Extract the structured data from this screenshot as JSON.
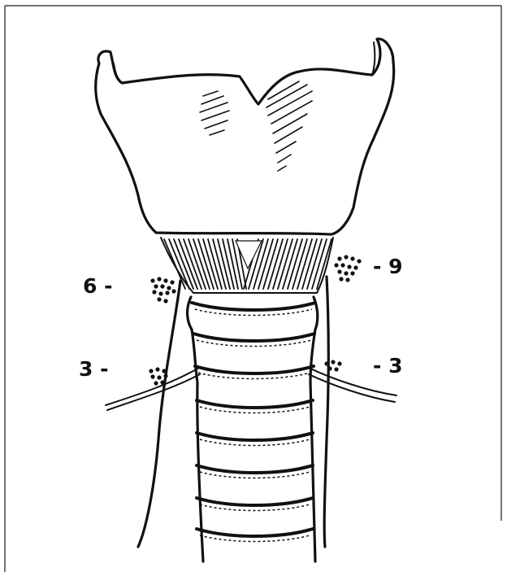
{
  "labels": {
    "left_upper": "6 -",
    "right_upper": "- 9",
    "left_lower": "3 -",
    "right_lower": "- 3"
  },
  "colors": {
    "ink": "#111111",
    "background": "#ffffff"
  }
}
